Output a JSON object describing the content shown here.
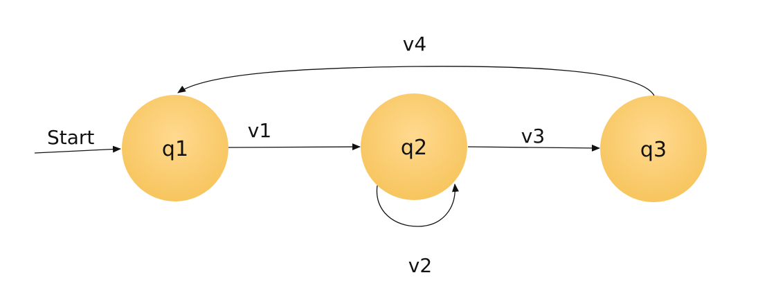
{
  "diagram": {
    "colors": {
      "state_fill_light": "#FFD98F",
      "state_fill_dark": "#F7C55E",
      "edge": "#111111",
      "text": "#111111"
    },
    "start_label": "Start",
    "states": [
      {
        "id": "q1",
        "label": "q1"
      },
      {
        "id": "q2",
        "label": "q2"
      },
      {
        "id": "q3",
        "label": "q3"
      }
    ],
    "transitions": [
      {
        "from": "q1",
        "to": "q2",
        "label": "v1"
      },
      {
        "from": "q2",
        "to": "q2",
        "label": "v2"
      },
      {
        "from": "q2",
        "to": "q3",
        "label": "v3"
      },
      {
        "from": "q3",
        "to": "q1",
        "label": "v4"
      }
    ]
  }
}
